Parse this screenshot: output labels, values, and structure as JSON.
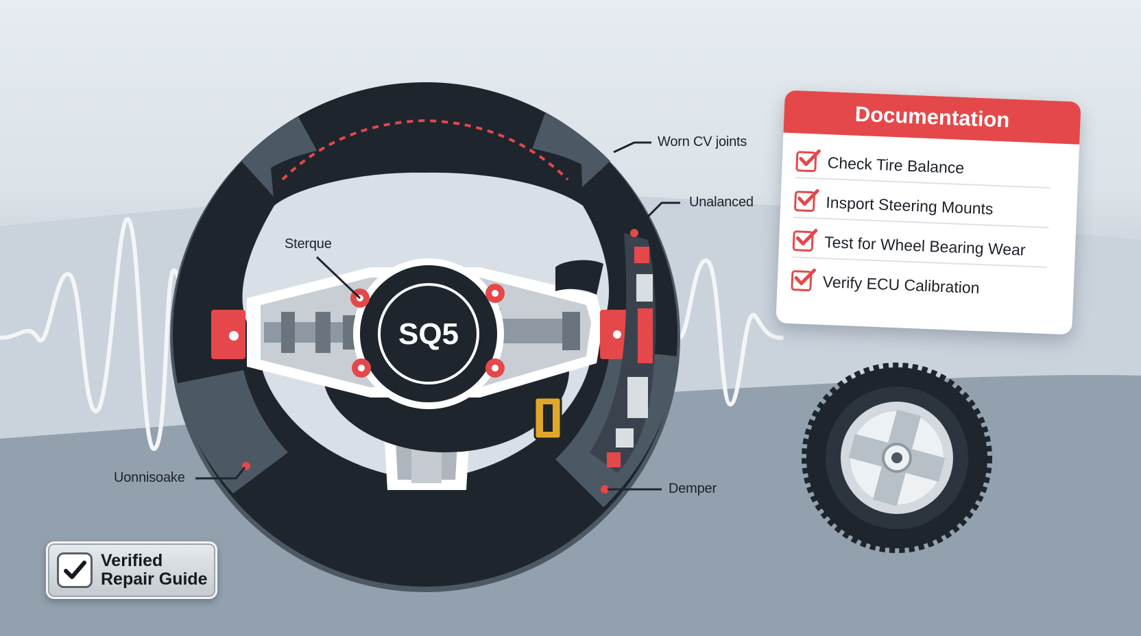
{
  "hub": {
    "logo": "SQ5"
  },
  "callouts": {
    "worn_cv_joints": "Worn CV joints",
    "unbalanced": "Unalanced",
    "sterque": "Sterque",
    "uonnisoake": "Uonnisoake",
    "demper": "Demper"
  },
  "documentation": {
    "title": "Documentation",
    "items": [
      {
        "label": "Check Tire Balance",
        "checked": true
      },
      {
        "label": "Insport Steering Mounts",
        "checked": true
      },
      {
        "label": "Test for Wheel Bearing Wear",
        "checked": true
      },
      {
        "label": "Verify ECU Calibration",
        "checked": true
      }
    ]
  },
  "badge": {
    "line1": "Verified",
    "line2": "Repair Guide"
  },
  "colors": {
    "accent_red": "#e5484a",
    "wheel_dark": "#1e252d",
    "wheel_grey": "#4d5865",
    "panel_white": "#ffffff"
  },
  "icons": [
    "check-icon",
    "steering-wheel-illustration",
    "tire-illustration",
    "vibration-wave"
  ]
}
